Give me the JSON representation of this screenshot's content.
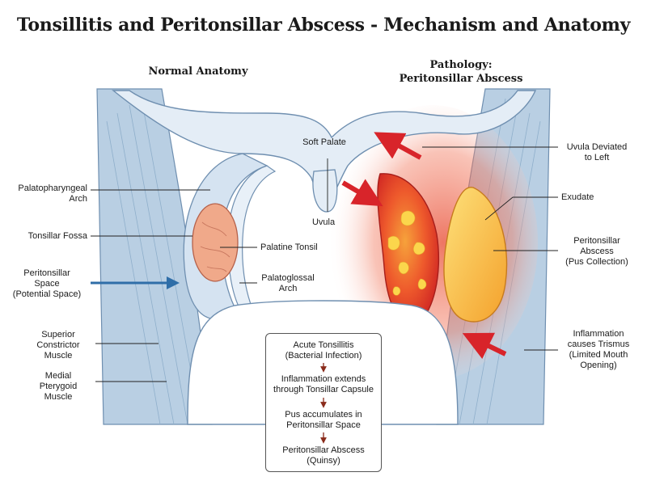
{
  "title": "Tonsillitis and Peritonsillar Abscess - Mechanism and Anatomy",
  "left_heading": "Normal Anatomy",
  "right_heading": {
    "line1": "Pathology:",
    "line2": "Peritonsillar Abscess"
  },
  "labels": {
    "palatopharyngeal_arch": [
      "Palatopharyngeal",
      "Arch"
    ],
    "tonsillar_fossa": "Tonsillar Fossa",
    "peritonsillar_space": [
      "Peritonsillar",
      "Space",
      "(Potential Space)"
    ],
    "superior_constrictor": [
      "Superior",
      "Constrictor",
      "Muscle"
    ],
    "medial_pterygoid": [
      "Medial",
      "Pterygoid",
      "Muscle"
    ],
    "soft_palate": "Soft Palate",
    "uvula": "Uvula",
    "palatine_tonsil": "Palatine Tonsil",
    "palatoglossal_arch": [
      "Palatoglossal",
      "Arch"
    ],
    "uvula_deviated": [
      "Uvula Deviated",
      "to Left"
    ],
    "exudate": "Exudate",
    "peritonsillar_abscess": [
      "Peritonsillar",
      "Abscess",
      "(Pus Collection)"
    ],
    "inflammation_trismus": [
      "Inflammation",
      "causes Trismus",
      "(Limited Mouth",
      "Opening)"
    ]
  },
  "flow": {
    "steps": [
      [
        "Acute Tonsillitis",
        "(Bacterial Infection)"
      ],
      [
        "Inflammation extends",
        "through Tonsillar Capsule"
      ],
      [
        "Pus accumulates in",
        "Peritonsillar Space"
      ],
      [
        "Peritonsillar Abscess",
        "(Quinsy)"
      ]
    ]
  },
  "colors": {
    "muscle": "#b9cfe3",
    "mucosa": "#e4edf6",
    "tonsil": "#f0a98a",
    "abscess": "#f6b93b",
    "inflamed": "#e8482f",
    "arrow_red": "#d8242a",
    "arrow_blue": "#2f6ea8"
  }
}
